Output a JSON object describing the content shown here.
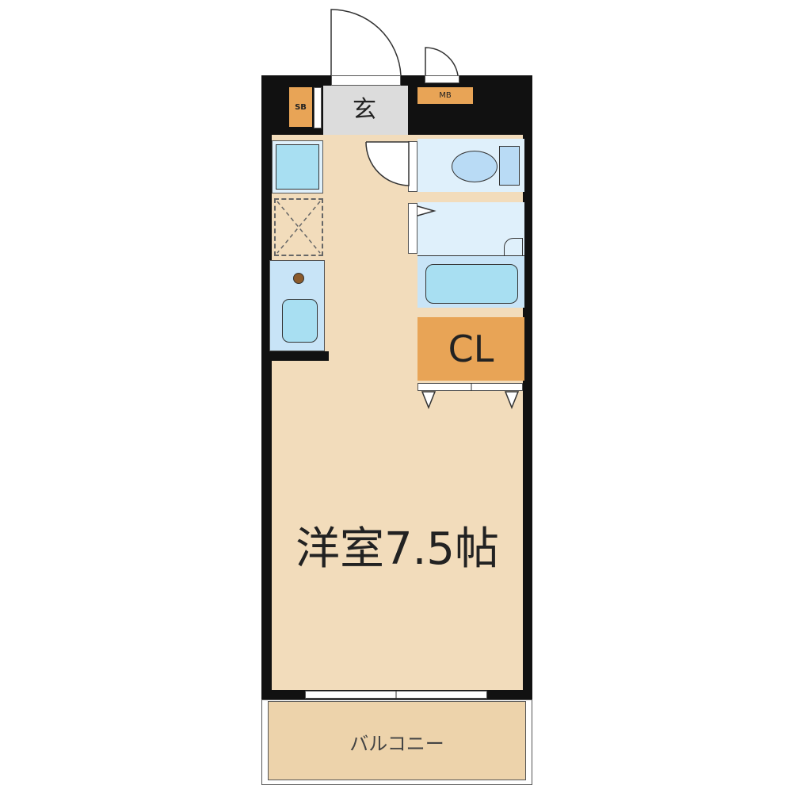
{
  "rooms": {
    "main": "洋室7.5帖",
    "entrance": "玄",
    "closet": "CL",
    "balcony": "バルコニー",
    "shoe_box": "SB",
    "meter_box": "MB"
  },
  "colors": {
    "floor": "#f2dcbb",
    "wall": "#111111",
    "storage": "#e8a456",
    "wet_area": "#dff0fb",
    "fixture": "#a8dff2",
    "entrance": "#dcdcdc",
    "balcony": "#edd3ab"
  }
}
